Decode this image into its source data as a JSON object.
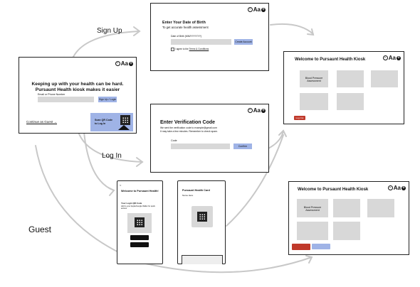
{
  "flow_labels": {
    "sign_up": "Sign Up",
    "log_in": "Log In",
    "guest": "Guest"
  },
  "font_toggle": {
    "label": "Aa",
    "minus": "−",
    "plus": "+"
  },
  "landing": {
    "headline_line1": "Keeping up with your health can be hard.",
    "headline_line2": "Pursaunt Health kiosk makes it easier",
    "field_label": "Email or Phone Number",
    "submit_label": "Sign Up / Login",
    "qr_label_line1": "Scan QR Code",
    "qr_label_line2": "to Log In",
    "guest_link": "Continue as Guest →"
  },
  "dob": {
    "title": "Enter Your Date of Birth",
    "subtitle": "To get accurate health assessment",
    "field_label": "Date of Birth (MM/YY/YYYY)",
    "button_label": "Create Account",
    "terms_prefix": "I agree to the",
    "terms_link": "Terms & Conditions"
  },
  "verify": {
    "title": "Enter Verification Code",
    "line1": "We sent the verification code to example@gmail.com",
    "line2": "It may take a few minutes. Remember to check spam.",
    "field_label": "Code",
    "button_label": "Confirm"
  },
  "phone": {
    "back": "<",
    "title": "Welcome to Pursaunt Health!",
    "subtitle": "Your Login QR Code",
    "desc": "Add to your Apple/Google Wallet for quick access"
  },
  "card": {
    "title": "Pursaunt Health Card",
    "subtitle": "Name Here"
  },
  "kiosk_top": {
    "title": "Welcome to Pursaunt Health Kiosk",
    "tile1": "Blood Pressure Assessment",
    "logout": "Log Out"
  },
  "kiosk_bottom": {
    "title": "Welcome to Pursaunt Health Kiosk",
    "tile1": "Blood Pressure Assessment"
  }
}
